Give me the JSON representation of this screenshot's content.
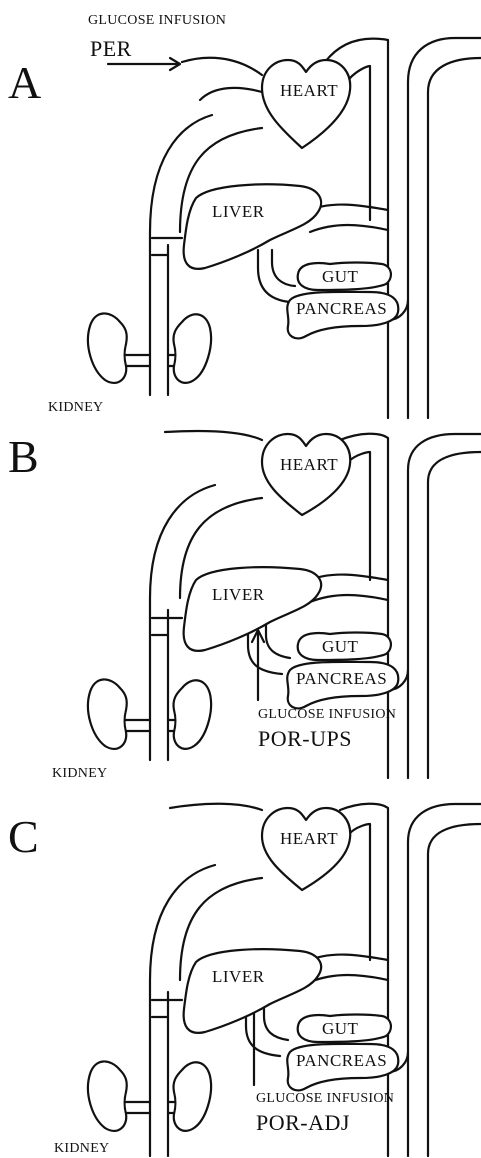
{
  "panels": [
    {
      "letter": "A",
      "organs": {
        "heart": "HEART",
        "liver": "LIVER",
        "gut": "GUT",
        "pancreas": "PANCREAS",
        "kidney": "KIDNEY"
      },
      "infusion": {
        "caption": "GLUCOSE INFUSION",
        "route": "PER"
      }
    },
    {
      "letter": "B",
      "organs": {
        "heart": "HEART",
        "liver": "LIVER",
        "gut": "GUT",
        "pancreas": "PANCREAS",
        "kidney": "KIDNEY"
      },
      "infusion": {
        "caption": "GLUCOSE INFUSION",
        "route": "POR-UPS"
      }
    },
    {
      "letter": "C",
      "organs": {
        "heart": "HEART",
        "liver": "LIVER",
        "gut": "GUT",
        "pancreas": "PANCREAS",
        "kidney": "KIDNEY"
      },
      "infusion": {
        "caption": "GLUCOSE INFUSION",
        "route": "POR-ADJ"
      }
    }
  ]
}
